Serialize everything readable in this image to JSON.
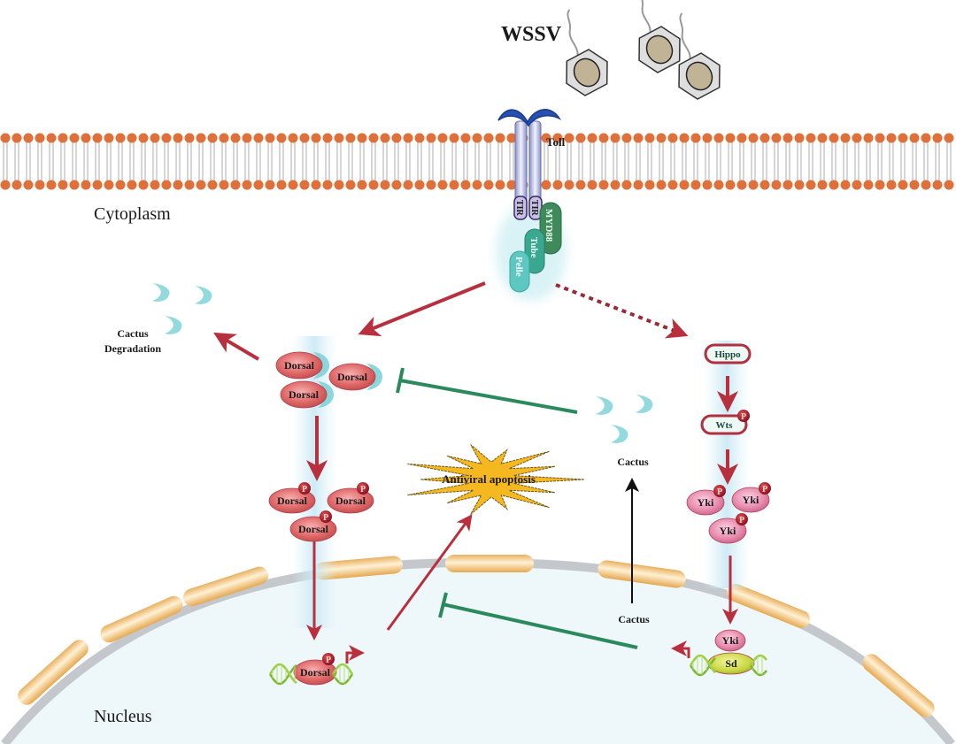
{
  "title": "Toll and Hippo signaling in antiviral response to WSSV",
  "virus": {
    "label": "WSSV",
    "particle_count": 3
  },
  "compartments": {
    "cytoplasm": "Cytoplasm",
    "nucleus": "Nucleus"
  },
  "receptor": {
    "label": "Toll",
    "tir_domains": [
      "TIR",
      "TIR"
    ],
    "adaptors": [
      "MYD88",
      "Tube",
      "Pelle"
    ]
  },
  "toll_branch": {
    "degradation_label": [
      "Cactus",
      "Degradation"
    ],
    "complex_label": "Dorsal",
    "complex_count": 3,
    "phospho_label": "Dorsal",
    "phospho_marker": "P",
    "nuclear_label": "Dorsal"
  },
  "outcome": {
    "label": "Antiviral apoptosis"
  },
  "cactus": {
    "cyto_label": "Cactus",
    "nuclear_label": "Cactus"
  },
  "hippo_branch": {
    "hippo": "Hippo",
    "wts": "Wts",
    "yki": "Yki",
    "yki_count": 3,
    "nuclear_yki": "Yki",
    "sd": "Sd",
    "phospho_marker": "P"
  },
  "colors": {
    "membrane_head": "#e0703a",
    "activation_arrow": "#b8303d",
    "inhibition": "#2a8a5e",
    "dorsal": "#e06a6a",
    "yki": "#e98fb0",
    "cactus": "#7fd3d8",
    "apoptosis_star": "#f5b820",
    "nuclear_envelope": "#c8ccd0",
    "nuclear_pore": "#f0c070",
    "nucleoplasm": "#eef7fa"
  }
}
